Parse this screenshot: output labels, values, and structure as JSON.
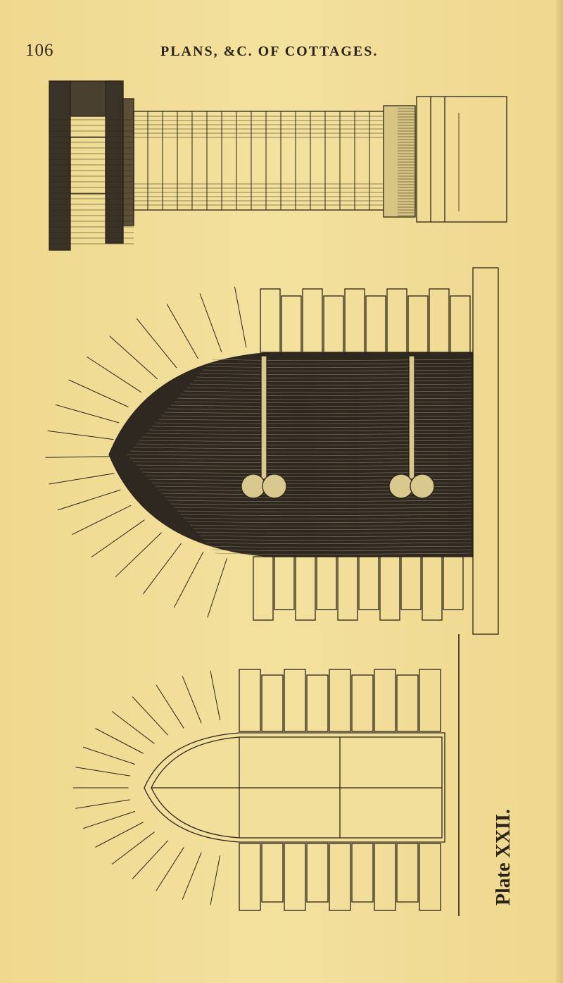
{
  "header": {
    "page_number": "106",
    "running_title": "PLANS, &C. OF COTTAGES."
  },
  "plate": {
    "label": "Plate XXII."
  },
  "figures": [
    {
      "name": "column-elevation-drawing"
    },
    {
      "name": "gothic-door-elevation-drawing"
    },
    {
      "name": "gothic-window-elevation-drawing"
    }
  ],
  "colors": {
    "paper": "#f0dc94",
    "ink": "#2a2418"
  }
}
